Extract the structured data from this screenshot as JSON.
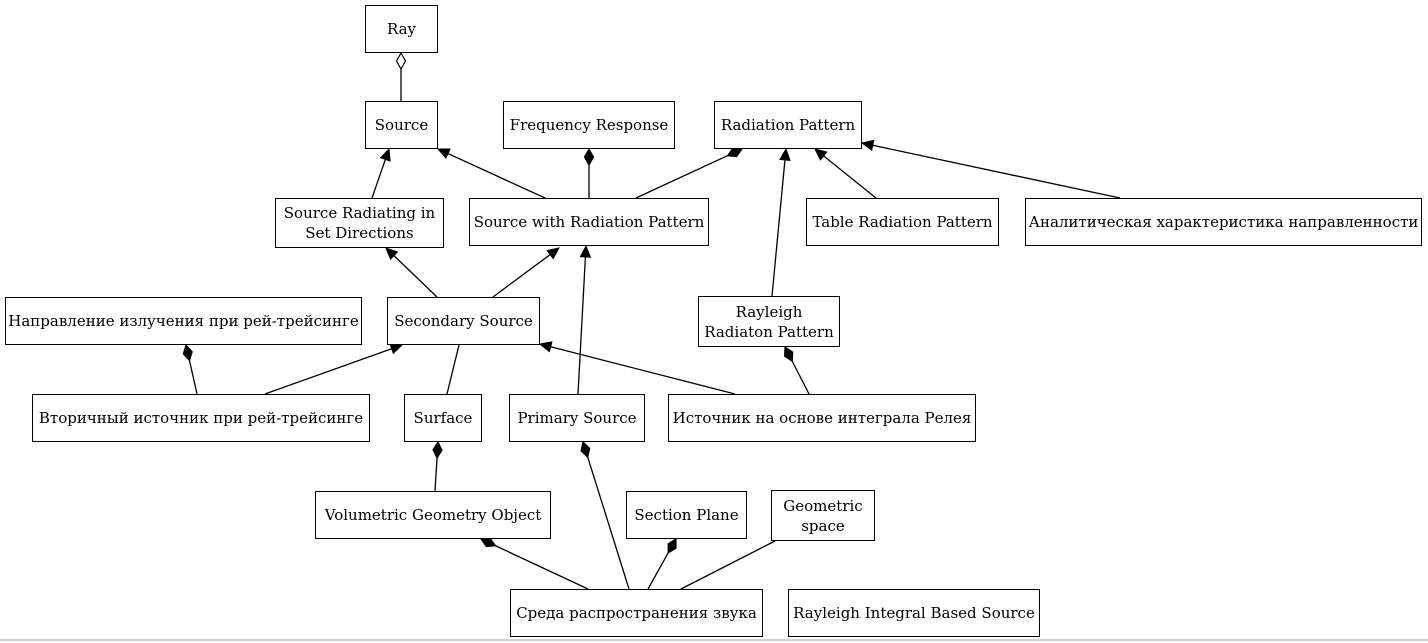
{
  "diagram": {
    "nodes": {
      "ray": "Ray",
      "source": "Source",
      "frequency_response": "Frequency Response",
      "radiation_pattern": "Radiation Pattern",
      "source_radiating_set_directions": "Source Radiating in\nSet Directions",
      "source_with_radiation_pattern": "Source with Radiation Pattern",
      "table_radiation_pattern": "Table Radiation Pattern",
      "analytic_directivity": "Аналитическая характеристика направленности",
      "raytracing_emission_direction": "Направление излучения при рей-трейсинге",
      "secondary_source": "Secondary Source",
      "rayleigh_radiation_pattern": "Rayleigh\nRadiaton Pattern",
      "raytracing_secondary_source": "Вторичный источник при рей-трейсинге",
      "surface": "Surface",
      "primary_source": "Primary Source",
      "rayleigh_integral_source_ru": "Источник на основе интеграла Релея",
      "volumetric_geometry_object": "Volumetric Geometry Object",
      "section_plane": "Section Plane",
      "geometric_space": "Geometric\nspace",
      "sound_propagation_medium": "Среда распространения звука",
      "rayleigh_integral_based_source": "Rayleigh Integral Based Source"
    },
    "edges": [
      {
        "from": "source",
        "to": "ray",
        "end": "open-diamond"
      },
      {
        "from": "source_radiating_set_directions",
        "to": "source",
        "end": "arrow"
      },
      {
        "from": "source_with_radiation_pattern",
        "to": "source",
        "end": "arrow"
      },
      {
        "from": "source_with_radiation_pattern",
        "to": "frequency_response",
        "end": "filled-diamond"
      },
      {
        "from": "source_with_radiation_pattern",
        "to": "radiation_pattern",
        "end": "filled-diamond"
      },
      {
        "from": "table_radiation_pattern",
        "to": "radiation_pattern",
        "end": "arrow"
      },
      {
        "from": "analytic_directivity",
        "to": "radiation_pattern",
        "end": "arrow"
      },
      {
        "from": "rayleigh_radiation_pattern",
        "to": "radiation_pattern",
        "end": "arrow"
      },
      {
        "from": "secondary_source",
        "to": "source_radiating_set_directions",
        "end": "arrow"
      },
      {
        "from": "secondary_source",
        "to": "source_with_radiation_pattern",
        "end": "arrow"
      },
      {
        "from": "primary_source",
        "to": "source_with_radiation_pattern",
        "end": "arrow"
      },
      {
        "from": "raytracing_secondary_source",
        "to": "raytracing_emission_direction",
        "end": "filled-diamond"
      },
      {
        "from": "raytracing_secondary_source",
        "to": "secondary_source",
        "end": "arrow"
      },
      {
        "from": "surface",
        "to": "secondary_source",
        "end": "none"
      },
      {
        "from": "rayleigh_integral_source_ru",
        "to": "secondary_source",
        "end": "arrow"
      },
      {
        "from": "rayleigh_integral_source_ru",
        "to": "rayleigh_radiation_pattern",
        "end": "filled-diamond"
      },
      {
        "from": "volumetric_geometry_object",
        "to": "surface",
        "end": "filled-diamond"
      },
      {
        "from": "sound_propagation_medium",
        "to": "volumetric_geometry_object",
        "end": "filled-diamond"
      },
      {
        "from": "sound_propagation_medium",
        "to": "primary_source",
        "end": "filled-diamond"
      },
      {
        "from": "sound_propagation_medium",
        "to": "section_plane",
        "end": "filled-diamond"
      },
      {
        "from": "sound_propagation_medium",
        "to": "geometric_space",
        "end": "none"
      }
    ]
  }
}
